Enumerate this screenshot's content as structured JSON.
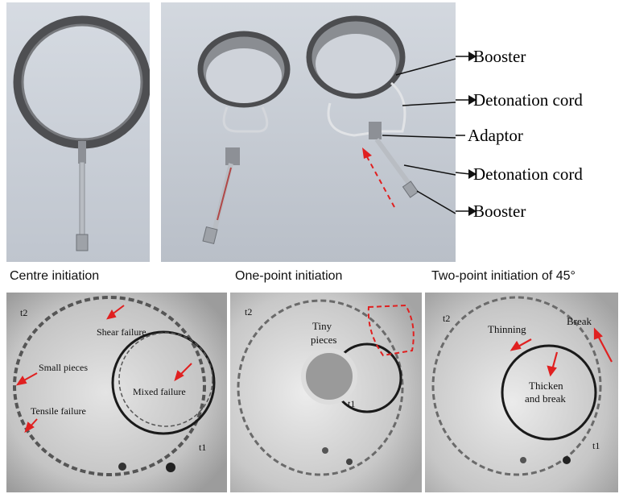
{
  "top_callouts": [
    "Booster",
    "Detonation cord",
    "Adaptor",
    "Detonation cord",
    "Booster"
  ],
  "captions": [
    "Centre initiation",
    "One-point initiation",
    "Two-point initiation of 45°"
  ],
  "panel1": {
    "t2": "t2",
    "t1": "t1",
    "shear": "Shear failure",
    "small": "Small pieces",
    "tensile": "Tensile failure",
    "mixed": "Mixed failure"
  },
  "panel2": {
    "t2": "t2",
    "t1": "t1",
    "tiny_line1": "Tiny",
    "tiny_line2": "pieces"
  },
  "panel3": {
    "t2": "t2",
    "t1": "t1",
    "thinning": "Thinning",
    "break": "Break",
    "thicken_line1": "Thicken",
    "thicken_line2": "and break"
  },
  "colors": {
    "arrow": "#e02020",
    "ring": "#1a1a1a",
    "dash_box": "#e02020"
  }
}
